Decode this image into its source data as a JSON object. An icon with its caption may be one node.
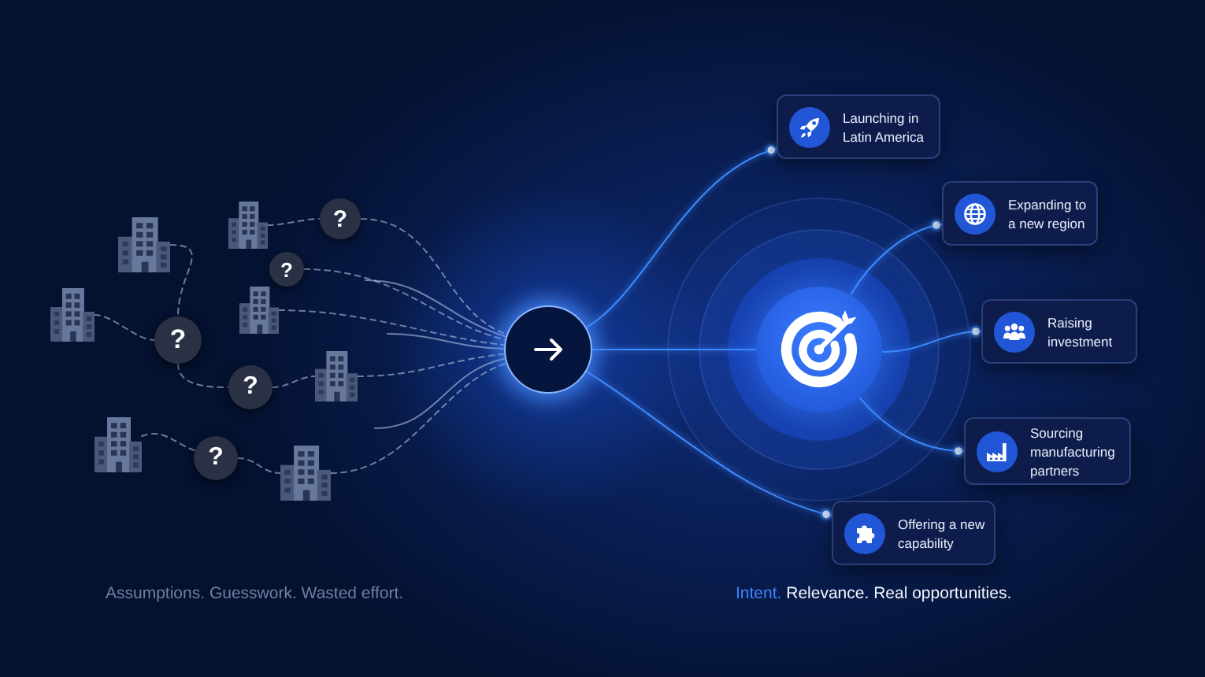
{
  "diagram": {
    "nodes": [
      {
        "text": [],
        "shape": "building"
      },
      {
        "text": [],
        "shape": "building"
      },
      {
        "text": [
          "?"
        ]
      },
      {
        "text": [
          "?"
        ]
      },
      {
        "text": [],
        "shape": "building"
      },
      {
        "text": [],
        "shape": "building"
      },
      {
        "text": [
          "?"
        ]
      },
      {
        "text": [
          "?"
        ]
      },
      {
        "text": [],
        "shape": "building"
      },
      {
        "text": [],
        "shape": "building"
      },
      {
        "text": [
          "?"
        ]
      },
      {
        "text": [],
        "shape": "building"
      },
      {
        "text": [],
        "shape": "circle"
      },
      {
        "text": [],
        "shape": "circle"
      },
      {
        "text": [
          "Launching in Latin America"
        ]
      },
      {
        "text": [
          "Expanding to a new region"
        ]
      },
      {
        "text": [
          "Raising investment"
        ]
      },
      {
        "text": [
          "Sourcing manufacturing partners"
        ]
      },
      {
        "text": [
          "Offering a new capability"
        ]
      }
    ],
    "edges": [
      {
        "from": 1,
        "to": 2,
        "arrow": "none",
        "style": "dashed"
      },
      {
        "from": 0,
        "to": 6,
        "arrow": "none",
        "style": "dashed"
      },
      {
        "from": 4,
        "to": 6,
        "arrow": "none",
        "style": "dashed"
      },
      {
        "from": 6,
        "to": 7,
        "arrow": "none",
        "style": "dashed"
      },
      {
        "from": 7,
        "to": 8,
        "arrow": "none",
        "style": "dashed"
      },
      {
        "from": 9,
        "to": 10,
        "arrow": "none",
        "style": "dashed"
      },
      {
        "from": 10,
        "to": 11,
        "arrow": "none",
        "style": "dashed"
      },
      {
        "from": 2,
        "to": 12,
        "arrow": "none",
        "style": "dashed"
      },
      {
        "from": 3,
        "to": 12,
        "arrow": "none",
        "style": "dashed"
      },
      {
        "from": 5,
        "to": 12,
        "arrow": "none",
        "style": "dashed"
      },
      {
        "from": 8,
        "to": 12,
        "arrow": "none",
        "style": "dashed"
      },
      {
        "from": 11,
        "to": 12,
        "arrow": "none",
        "style": "dashed"
      },
      {
        "from": null,
        "to": 12,
        "arrow": "none"
      },
      {
        "from": null,
        "to": 12,
        "arrow": "none"
      },
      {
        "from": null,
        "to": 12,
        "arrow": "none"
      },
      {
        "from": 12,
        "to": 14,
        "arrow": "other",
        "color": "#3d8bff"
      },
      {
        "from": 12,
        "to": 13,
        "arrow": "none",
        "color": "#3d8bff"
      },
      {
        "from": 12,
        "to": 18,
        "arrow": "other",
        "color": "#3d8bff"
      },
      {
        "from": 13,
        "to": 15,
        "arrow": "other",
        "color": "#3d8bff"
      },
      {
        "from": 13,
        "to": 16,
        "arrow": "other",
        "color": "#3d8bff"
      },
      {
        "from": 13,
        "to": 17,
        "arrow": "other",
        "color": "#3d8bff"
      }
    ],
    "labels": [
      "Assumptions. Guesswork. Wasted effort.",
      "Intent. Relevance. Real opportunities."
    ]
  }
}
